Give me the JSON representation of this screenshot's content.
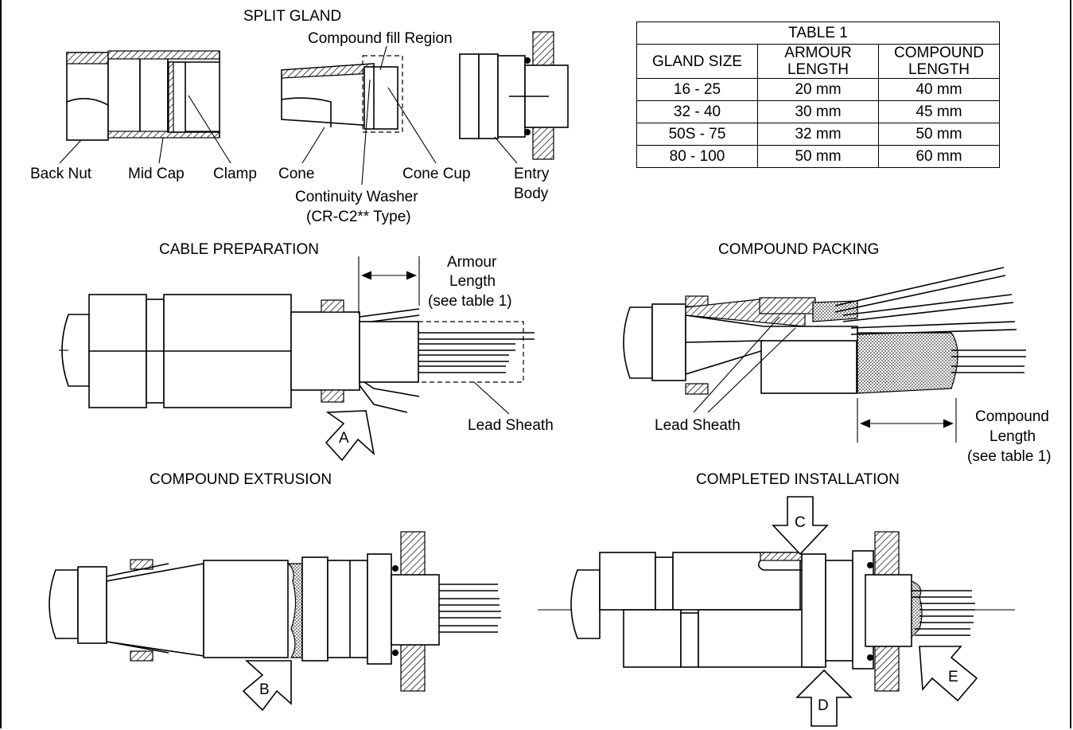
{
  "titles": {
    "split_gland": "SPLIT GLAND",
    "cable_preparation": "CABLE PREPARATION",
    "compound_packing": "COMPOUND PACKING",
    "compound_extrusion": "COMPOUND EXTRUSION",
    "completed_installation": "COMPLETED INSTALLATION"
  },
  "labels": {
    "compound_fill_region": "Compound fill Region",
    "back_nut": "Back Nut",
    "mid_cap": "Mid Cap",
    "clamp": "Clamp",
    "cone": "Cone",
    "cone_cup": "Cone Cup",
    "entry_line1": "Entry",
    "entry_line2": "Body",
    "continuity_washer": "Continuity Washer",
    "continuity_type": "(CR-C2** Type)",
    "armour_line1": "Armour",
    "armour_line2": "Length",
    "armour_line3": "(see table 1)",
    "lead_sheath_prep": "Lead Sheath",
    "lead_sheath_pack": "Lead Sheath",
    "compound_line1": "Compound",
    "compound_line2": "Length",
    "compound_line3": "(see table 1)"
  },
  "markers": {
    "a": "A",
    "b": "B",
    "c": "C",
    "d": "D",
    "e": "E"
  },
  "table": {
    "title": "TABLE 1",
    "headers": {
      "gland_size": "GLAND SIZE",
      "armour_1": "ARMOUR",
      "armour_2": "LENGTH",
      "compound_1": "COMPOUND",
      "compound_2": "LENGTH"
    },
    "rows": [
      {
        "size": "16 - 25",
        "armour": "20 mm",
        "compound": "40 mm"
      },
      {
        "size": "32 - 40",
        "armour": "30 mm",
        "compound": "45 mm"
      },
      {
        "size": "50S - 75",
        "armour": "32 mm",
        "compound": "50 mm"
      },
      {
        "size": "80 - 100",
        "armour": "50 mm",
        "compound": "60 mm"
      }
    ]
  }
}
